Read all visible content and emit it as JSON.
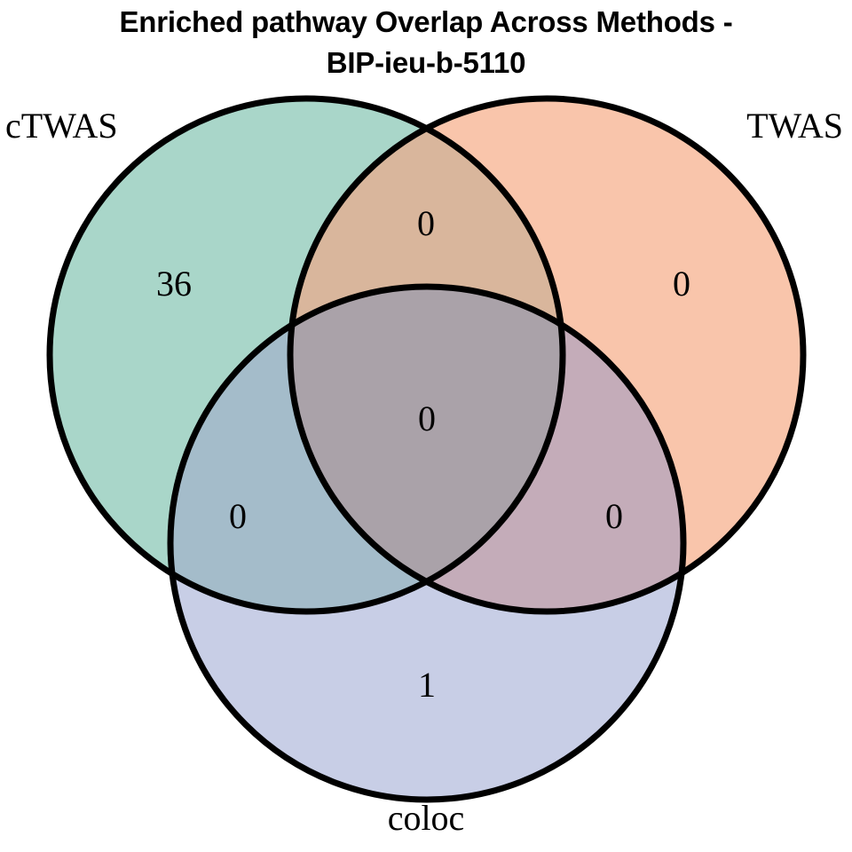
{
  "title": {
    "line1": "Enriched pathway Overlap Across Methods -",
    "line2": "BIP-ieu-b-5110",
    "full": "Enriched pathway Overlap Across Methods - BIP-ieu-b-5110"
  },
  "sets": {
    "ctwas": {
      "label": "cTWAS",
      "color": "#a9d6c9"
    },
    "twas": {
      "label": "TWAS",
      "color": "#f9c5ab"
    },
    "coloc": {
      "label": "coloc",
      "color": "#c8cee6"
    }
  },
  "counts": {
    "ctwas_only": "36",
    "twas_only": "0",
    "coloc_only": "1",
    "ctwas_twas": "0",
    "ctwas_coloc": "0",
    "twas_coloc": "0",
    "all_three": "0"
  },
  "style": {
    "outline_color": "#000000",
    "background": "#ffffff",
    "text_color": "#000000"
  },
  "chart_data": {
    "type": "venn",
    "title": "Enriched pathway Overlap Across Methods - BIP-ieu-b-5110",
    "sets": [
      "cTWAS",
      "TWAS",
      "coloc"
    ],
    "set_colors": [
      "#a9d6c9",
      "#f9c5ab",
      "#c8cee6"
    ],
    "regions": [
      {
        "sets": [
          "cTWAS"
        ],
        "label": "cTWAS only",
        "value": 36
      },
      {
        "sets": [
          "TWAS"
        ],
        "label": "TWAS only",
        "value": 0
      },
      {
        "sets": [
          "coloc"
        ],
        "label": "coloc only",
        "value": 1
      },
      {
        "sets": [
          "cTWAS",
          "TWAS"
        ],
        "label": "cTWAS ∩ TWAS",
        "value": 0
      },
      {
        "sets": [
          "cTWAS",
          "coloc"
        ],
        "label": "cTWAS ∩ coloc",
        "value": 0
      },
      {
        "sets": [
          "TWAS",
          "coloc"
        ],
        "label": "TWAS ∩ coloc",
        "value": 0
      },
      {
        "sets": [
          "cTWAS",
          "TWAS",
          "coloc"
        ],
        "label": "cTWAS ∩ TWAS ∩ coloc",
        "value": 0
      }
    ],
    "set_totals": {
      "cTWAS": 36,
      "TWAS": 0,
      "coloc": 1
    },
    "legend": "none",
    "grid": false
  }
}
